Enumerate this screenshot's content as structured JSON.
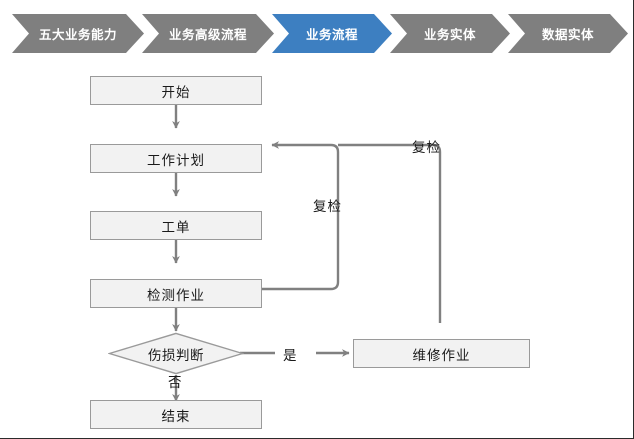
{
  "breadcrumb": {
    "active_color": "#3d7fc1",
    "inactive_color": "#7f7f7f",
    "text_color": "#ffffff",
    "items": [
      {
        "label": "五大业务能力",
        "active": false
      },
      {
        "label": "业务高级流程",
        "active": false
      },
      {
        "label": "业务流程",
        "active": true
      },
      {
        "label": "业务实体",
        "active": false
      },
      {
        "label": "数据实体",
        "active": false
      }
    ]
  },
  "flowchart": {
    "node_fill": "#f2f2f2",
    "node_border": "#9a9a9a",
    "connector_color": "#808080",
    "nodes": [
      {
        "id": "start",
        "label": "开始",
        "shape": "rect"
      },
      {
        "id": "plan",
        "label": "工作计划",
        "shape": "rect"
      },
      {
        "id": "workorder",
        "label": "工单",
        "shape": "rect"
      },
      {
        "id": "inspect",
        "label": "检测作业",
        "shape": "rect"
      },
      {
        "id": "decision",
        "label": "伤损判断",
        "shape": "diamond"
      },
      {
        "id": "repair",
        "label": "维修作业",
        "shape": "rect"
      },
      {
        "id": "end",
        "label": "结束",
        "shape": "rect"
      }
    ],
    "edge_labels": [
      {
        "id": "recheck-inner",
        "label": "复检"
      },
      {
        "id": "recheck-outer",
        "label": "复检"
      },
      {
        "id": "yes",
        "label": "是"
      },
      {
        "id": "no",
        "label": "否"
      }
    ]
  }
}
